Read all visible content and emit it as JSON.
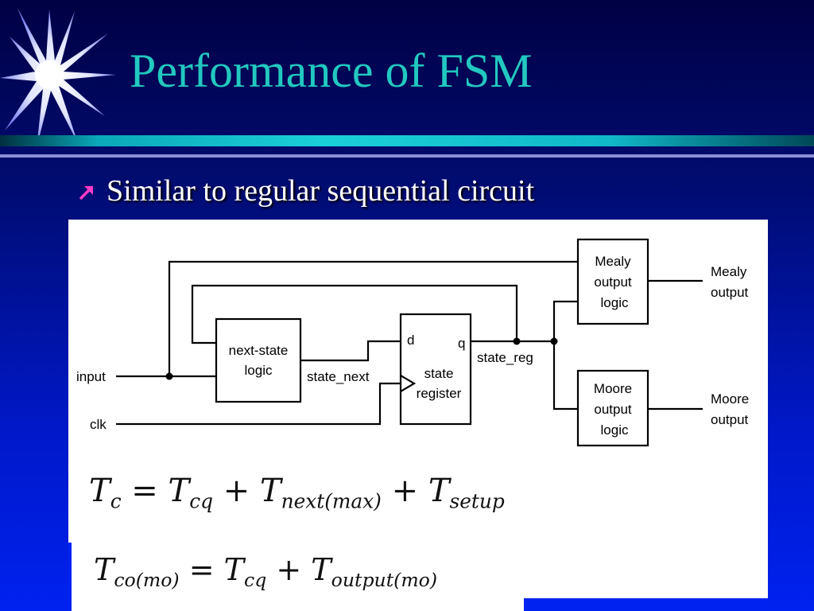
{
  "slide": {
    "title": "Performance of FSM",
    "bullet": "Similar to regular sequential circuit",
    "colors": {
      "title": "#22c8c0",
      "bullet_arrow": "#ff3cc8",
      "text": "#ffffff",
      "background_top": "#000044",
      "background_bottom": "#0022f0"
    },
    "icons": {
      "logo": "starburst-icon",
      "bullet": "arrow-up-right-icon"
    }
  },
  "diagram": {
    "input_label": "input",
    "clk_label": "clk",
    "next_state_line1": "next-state",
    "next_state_line2": "logic",
    "state_next_label": "state_next",
    "d_label": "d",
    "q_label": "q",
    "register_line1": "state",
    "register_line2": "register",
    "state_reg_label": "state_reg",
    "mealy_box_line1": "Mealy",
    "mealy_box_line2": "output",
    "mealy_box_line3": "logic",
    "moore_box_line1": "Moore",
    "moore_box_line2": "output",
    "moore_box_line3": "logic",
    "mealy_out_line1": "Mealy",
    "mealy_out_line2": "output",
    "moore_out_line1": "Moore",
    "moore_out_line2": "output"
  },
  "equations": {
    "eq1": {
      "lhs": "T",
      "lhs_sub": "c",
      "equals": "=",
      "t1": "T",
      "t1_sub": "cq",
      "plus1": "+",
      "t2": "T",
      "t2_sub": "next(max)",
      "plus2": "+",
      "t3": "T",
      "t3_sub": "setup"
    },
    "eq2": {
      "lhs": "T",
      "lhs_sub": "co(mo)",
      "equals": "=",
      "t1": "T",
      "t1_sub": "cq",
      "plus1": "+",
      "t2": "T",
      "t2_sub": "output(mo)"
    }
  }
}
